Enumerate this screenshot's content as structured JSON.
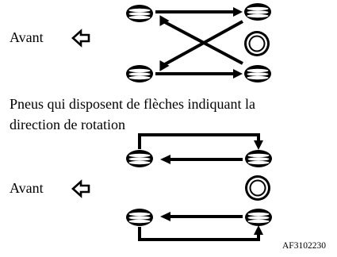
{
  "front_label": "Avant",
  "caption": {
    "line1": "Pneus qui disposent de flèches indiquant la",
    "line2": "direction de rotation"
  },
  "figure_code": "AF3102230",
  "colors": {
    "ink": "#000000",
    "background": "#ffffff"
  }
}
